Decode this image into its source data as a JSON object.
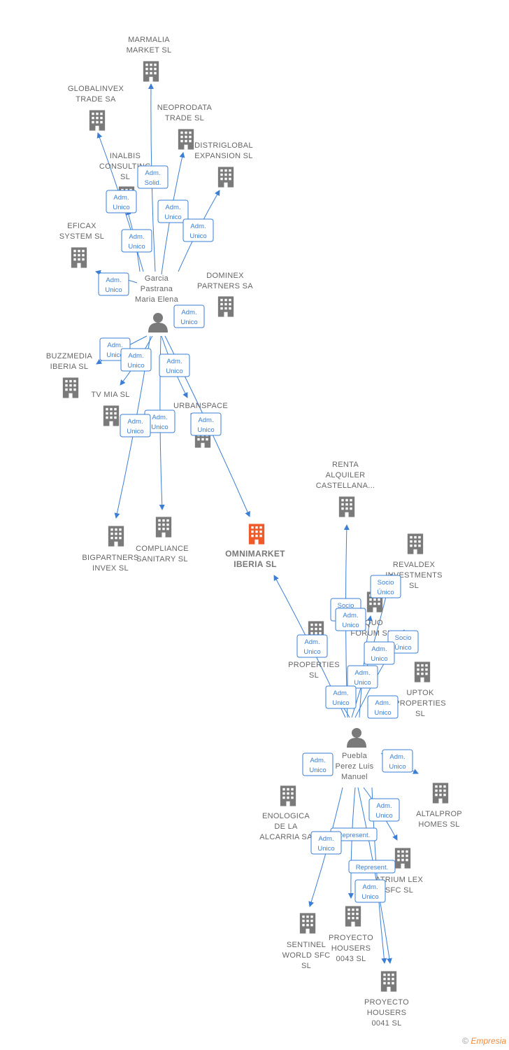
{
  "colors": {
    "edge": "#3a7fd5",
    "company": "#7a7a7a",
    "focus_company": "#f05a28",
    "person": "#7a7a7a"
  },
  "companies": [
    {
      "id": "marmalia",
      "lines": [
        "MARMALIA",
        "MARKET  SL"
      ]
    },
    {
      "id": "globalinvex",
      "lines": [
        "GLOBALINVEX",
        "TRADE SA"
      ]
    },
    {
      "id": "neoprodata",
      "lines": [
        "NEOPRODATA",
        "TRADE  SL"
      ]
    },
    {
      "id": "inalbis",
      "lines": [
        "INALBIS",
        "CONSULTING",
        "SL"
      ]
    },
    {
      "id": "distriglobal",
      "lines": [
        "DISTRIGLOBAL",
        "EXPANSION  SL"
      ]
    },
    {
      "id": "eficax",
      "lines": [
        "EFICAX",
        "SYSTEM SL"
      ]
    },
    {
      "id": "dominex",
      "lines": [
        "DOMINEX",
        "PARTNERS SA"
      ]
    },
    {
      "id": "buzzmedia",
      "lines": [
        "BUZZMEDIA",
        "IBERIA  SL"
      ]
    },
    {
      "id": "tvmia",
      "lines": [
        "TV MIA  SL"
      ]
    },
    {
      "id": "urbanspace",
      "lines": [
        "URBANSPACE",
        "WO..."
      ]
    },
    {
      "id": "bigpartners",
      "lines": [
        "BIGPARTNERS",
        "INVEX  SL"
      ]
    },
    {
      "id": "compliance",
      "lines": [
        "COMPLIANCE",
        "SANITARY  SL"
      ]
    },
    {
      "id": "omnimarket",
      "lines": [
        "OMNIMARKET",
        "IBERIA  SL"
      ],
      "focus": true
    },
    {
      "id": "renta",
      "lines": [
        "RENTA",
        "ALQUILER",
        "CASTELLANA..."
      ]
    },
    {
      "id": "revaldex",
      "lines": [
        "REVALDEX",
        "INVESTMENTS",
        "SL"
      ]
    },
    {
      "id": "equo",
      "lines": [
        "EQUO",
        "FORUM  SL"
      ]
    },
    {
      "id": "hk",
      "lines": [
        "H...K",
        "PROPERTIES",
        "SL"
      ]
    },
    {
      "id": "uptok",
      "lines": [
        "UPTOK",
        "PROPERTIES",
        "SL"
      ]
    },
    {
      "id": "enologica",
      "lines": [
        "ENOLOGICA",
        "DE LA",
        "ALCARRIA SA"
      ]
    },
    {
      "id": "altalprop",
      "lines": [
        "ALTALPROP",
        "HOMES  SL"
      ]
    },
    {
      "id": "atrium",
      "lines": [
        "ATRIUM LEX",
        "SFC  SL"
      ]
    },
    {
      "id": "sentinel",
      "lines": [
        "SENTINEL",
        "WORLD SFC",
        "SL"
      ]
    },
    {
      "id": "ph43",
      "lines": [
        "PROYECTO",
        "HOUSERS",
        "0043  SL"
      ]
    },
    {
      "id": "ph41",
      "lines": [
        "PROYECTO",
        "HOUSERS",
        "0041  SL"
      ]
    }
  ],
  "persons": [
    {
      "id": "garcia",
      "lines": [
        "Garcia",
        "Pastrana",
        "Maria Elena"
      ]
    },
    {
      "id": "puebla",
      "lines": [
        "Puebla",
        "Perez Luis",
        "Manuel"
      ]
    }
  ],
  "badges": [
    {
      "lines": [
        "Adm.",
        "Solid."
      ]
    },
    {
      "lines": [
        "Adm.",
        "Unico"
      ]
    },
    {
      "lines": [
        "Adm.",
        "Unico"
      ]
    },
    {
      "lines": [
        "Adm.",
        "Unico"
      ]
    },
    {
      "lines": [
        "Adm.",
        "Unico"
      ]
    },
    {
      "lines": [
        "Adm.",
        "Unico"
      ]
    },
    {
      "lines": [
        "Adm.",
        "Unico"
      ]
    },
    {
      "lines": [
        "Adm.",
        "Unico"
      ]
    },
    {
      "lines": [
        "Adm.",
        "Unico"
      ]
    },
    {
      "lines": [
        "Adm.",
        "Unico"
      ]
    },
    {
      "lines": [
        "Adm.",
        "Unico"
      ]
    },
    {
      "lines": [
        "Adm.",
        "Unico"
      ]
    },
    {
      "lines": [
        "Adm.",
        "Unico"
      ]
    },
    {
      "lines": [
        "Socio",
        "Único"
      ]
    },
    {
      "lines": [
        "Socio",
        "Único"
      ]
    },
    {
      "lines": [
        "Socio",
        "Único"
      ]
    },
    {
      "lines": [
        "Adm.",
        "Unico"
      ]
    },
    {
      "lines": [
        "Adm.",
        "Unico"
      ]
    },
    {
      "lines": [
        "Adm.",
        "Unico"
      ]
    },
    {
      "lines": [
        "Adm.",
        "Unico"
      ]
    },
    {
      "lines": [
        "Adm.",
        "Unico"
      ]
    },
    {
      "lines": [
        "Adm.",
        "Unico"
      ]
    },
    {
      "lines": [
        "Adm.",
        "Unico"
      ]
    },
    {
      "lines": [
        "Adm.",
        "Unico"
      ]
    },
    {
      "lines": [
        "Adm.",
        "Unico"
      ]
    },
    {
      "lines": [
        "Represent."
      ]
    },
    {
      "lines": [
        "Represent."
      ]
    },
    {
      "lines": [
        "Adm.",
        "Unico"
      ]
    },
    {
      "lines": [
        "Adm.",
        "Unico"
      ]
    }
  ],
  "footer": {
    "copyright": "©",
    "brand": "Empresia"
  }
}
